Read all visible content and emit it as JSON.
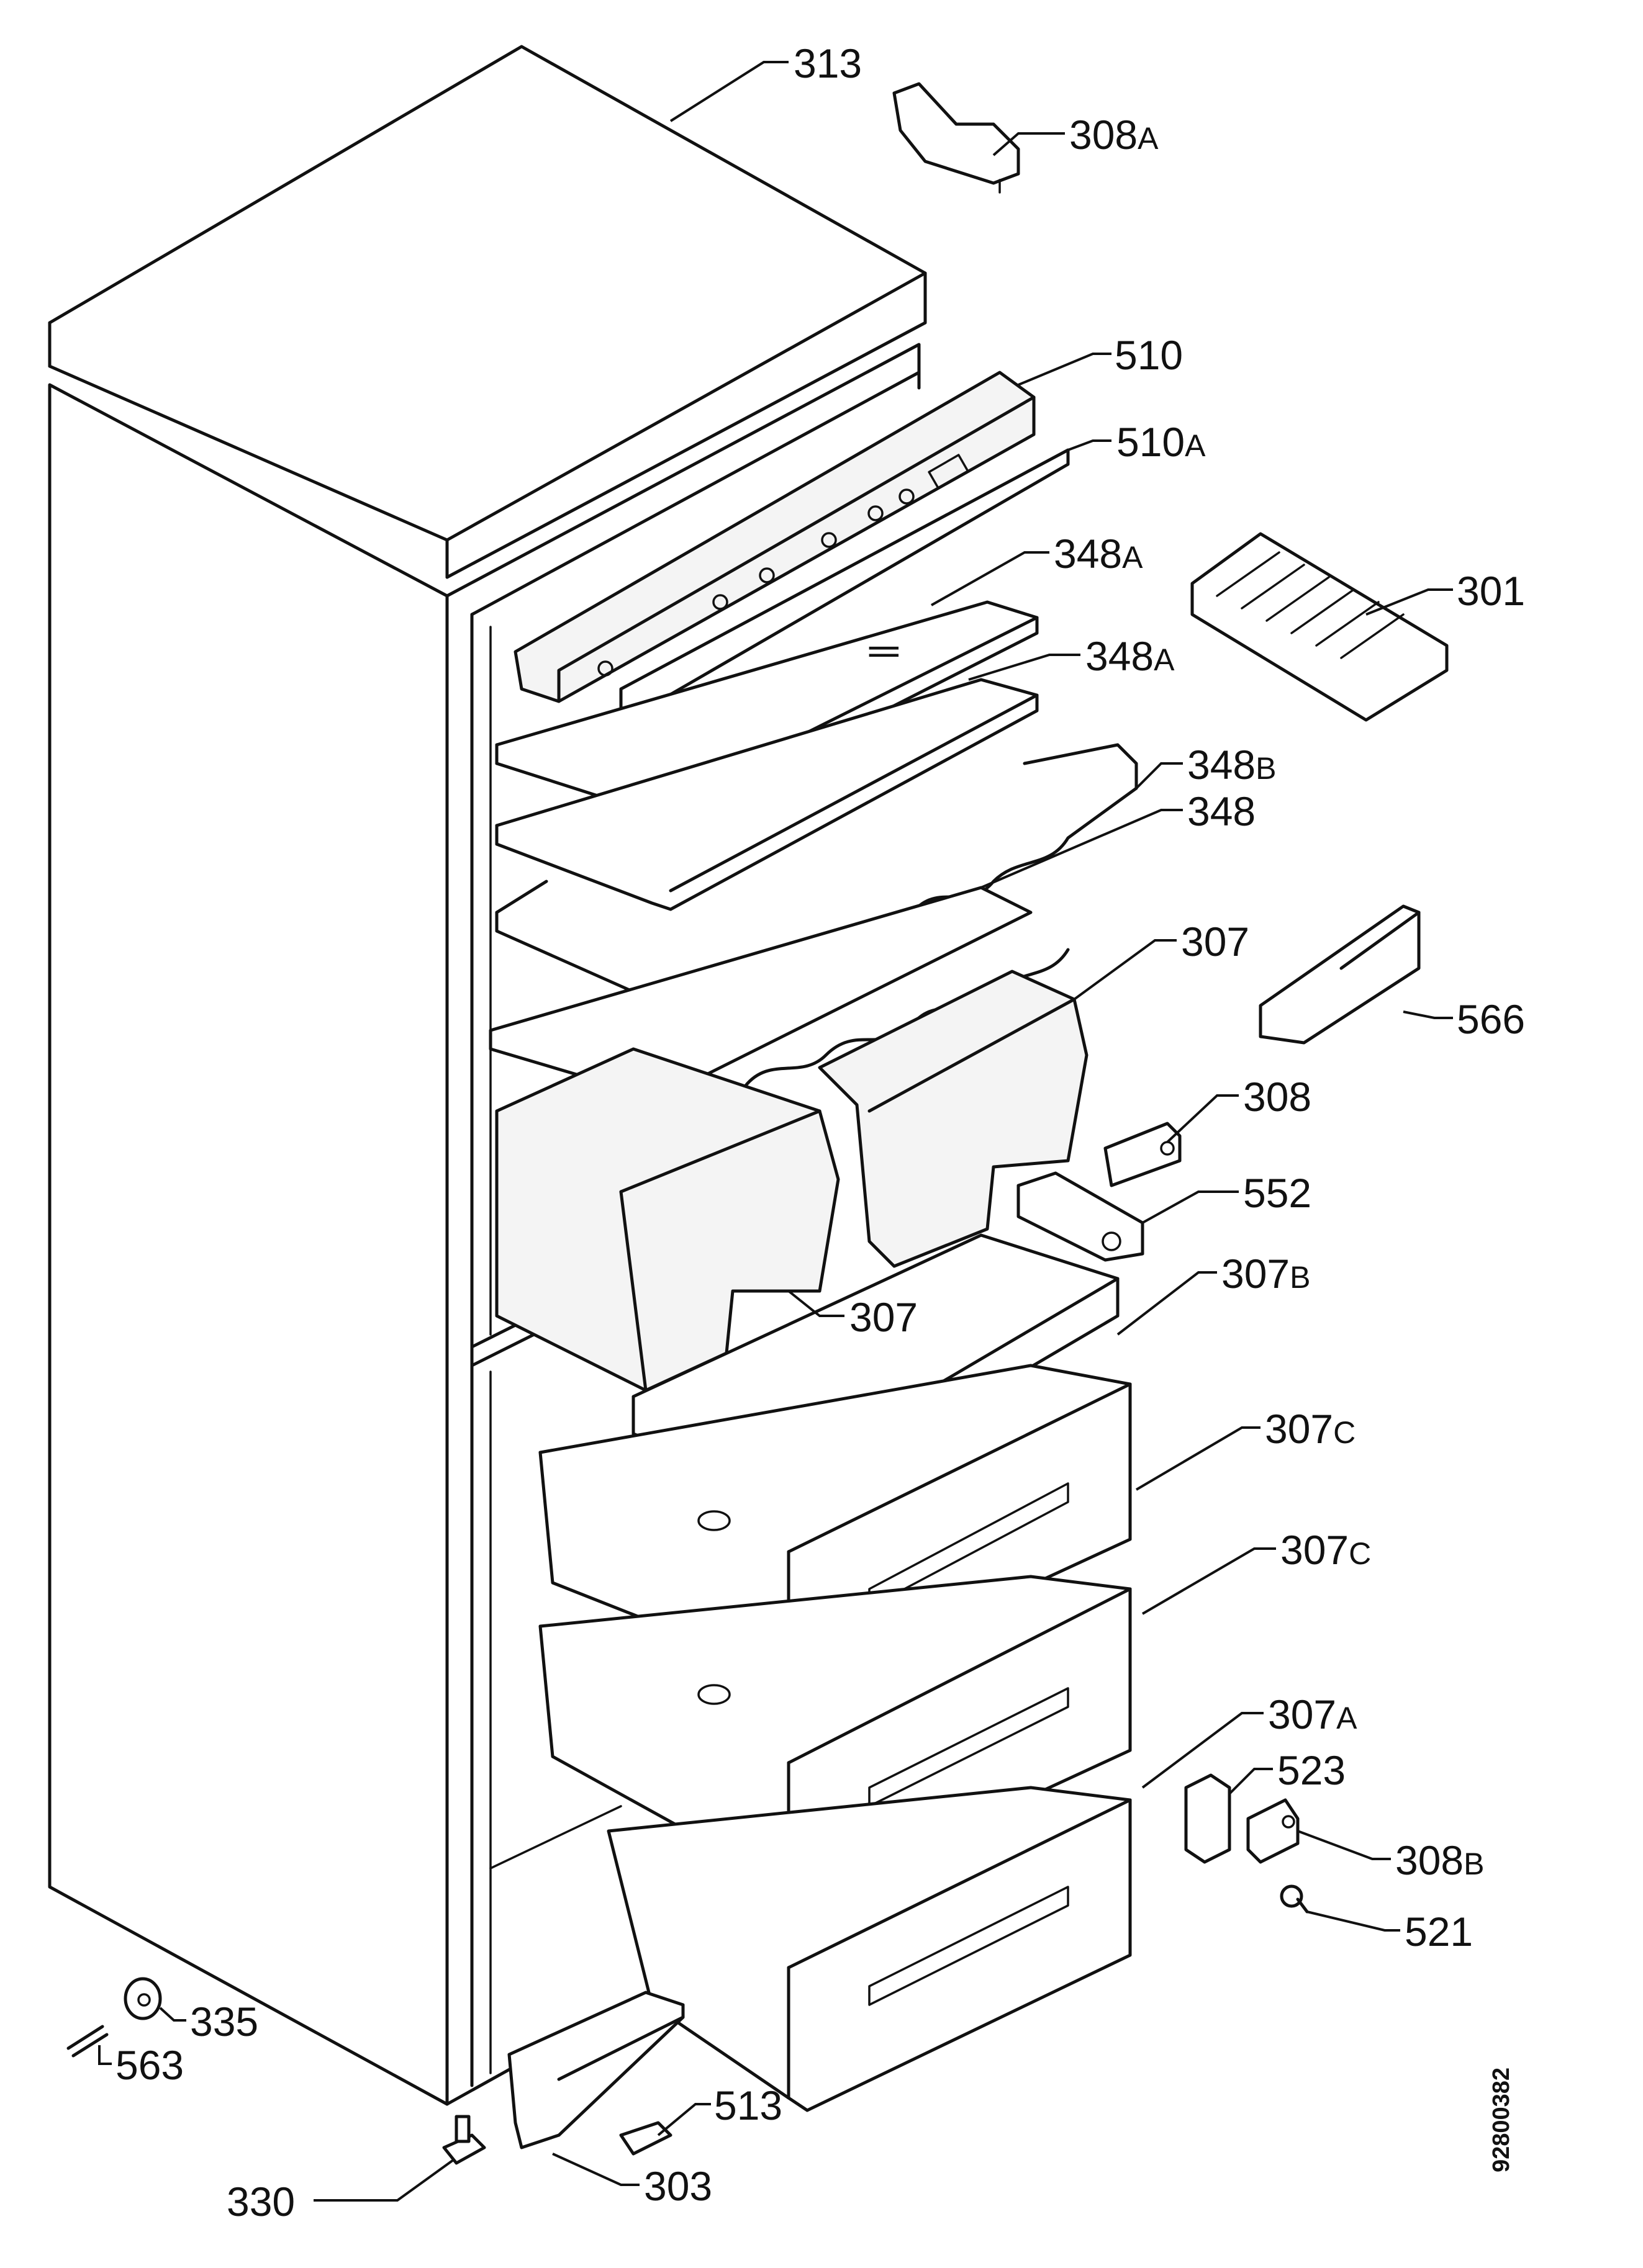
{
  "parts": [
    {
      "id": "313",
      "suffix": ""
    },
    {
      "id": "308",
      "suffix": "A"
    },
    {
      "id": "510",
      "suffix": ""
    },
    {
      "id": "510",
      "suffix": "A"
    },
    {
      "id": "348",
      "suffix": "A"
    },
    {
      "id": "301",
      "suffix": ""
    },
    {
      "id": "348",
      "suffix": "A"
    },
    {
      "id": "348",
      "suffix": "B"
    },
    {
      "id": "348",
      "suffix": ""
    },
    {
      "id": "307",
      "suffix": ""
    },
    {
      "id": "566",
      "suffix": ""
    },
    {
      "id": "308",
      "suffix": ""
    },
    {
      "id": "552",
      "suffix": ""
    },
    {
      "id": "307",
      "suffix": "B"
    },
    {
      "id": "307",
      "suffix": ""
    },
    {
      "id": "307",
      "suffix": "C"
    },
    {
      "id": "307",
      "suffix": "C"
    },
    {
      "id": "307",
      "suffix": "A"
    },
    {
      "id": "523",
      "suffix": ""
    },
    {
      "id": "308",
      "suffix": "B"
    },
    {
      "id": "521",
      "suffix": ""
    },
    {
      "id": "335",
      "suffix": ""
    },
    {
      "id": "563",
      "suffix": ""
    },
    {
      "id": "513",
      "suffix": ""
    },
    {
      "id": "303",
      "suffix": ""
    },
    {
      "id": "330",
      "suffix": ""
    }
  ],
  "document_number": "92800382"
}
